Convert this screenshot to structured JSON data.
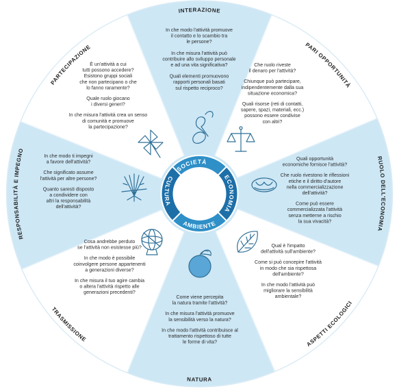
{
  "colors": {
    "light_segment": "#cde7f5",
    "white_segment": "#ffffff",
    "ring_blue": "#2f8fc7",
    "ring_dark": "#1d6fa8",
    "divider": "#ffffff",
    "text": "#2c2c2c",
    "icon": "#2f6f96"
  },
  "center": {
    "societa": "SOCIETÀ",
    "economia": "ECONOMIA",
    "ambiente": "AMBIENTE",
    "cultura": "CULTURA"
  },
  "segments": [
    {
      "title": "INTERAZIONE",
      "icon": "ampersand-icon",
      "questions": [
        [
          "In che modo l'attività promuove",
          "il contatto e lo scambio tra",
          "le persone?"
        ],
        [
          "In che misura l'attività può",
          "contribuire allo sviluppo personale",
          "e ad una vita significativa?"
        ],
        [
          "Quali elementi promuovono",
          "rapporti personali basati",
          "sul rispetto reciproco?"
        ]
      ]
    },
    {
      "title": "PARI OPPORTUNITÀ",
      "icon": "scales-icon",
      "questions": [
        [
          "Che ruolo riveste",
          "il denaro per l'attività?"
        ],
        [
          "Chiunque può partecipare,",
          "indipendentemente dalla sua",
          "situazione economica?"
        ],
        [
          "Quali risorse (reti di contatti,",
          "sapere, spazi, materiali, ecc.)",
          "possono essere condivise",
          "con altri?"
        ]
      ]
    },
    {
      "title": "RUOLO DELL'ECONOMIA",
      "icon": "bread-icon",
      "questions": [
        [
          "Quali opportunità",
          "economiche fornisce l'attività?"
        ],
        [
          "Che ruolo rivestono le riflessioni",
          "etiche e il diritto d'autore",
          "nella commercializzazione",
          "dell'attività?"
        ],
        [
          "Come può essere",
          "commercializzata l'attività",
          "senza metterne a rischio",
          "la sua vivacità?"
        ]
      ]
    },
    {
      "title": "ASPETTI ECOLOGICI",
      "icon": "leaf-icon",
      "questions": [
        [
          "Qual è l'impatto",
          "dell'attività sull'ambiente?"
        ],
        [
          "Come si può concepire l'attività",
          "in modo che sia rispettosa",
          "dell'ambiente?"
        ],
        [
          "In che modo l'attività può",
          "migliorare la sensibilità",
          "ambientale?"
        ]
      ]
    },
    {
      "title": "NATURA",
      "icon": "fruit-icon",
      "questions": [
        [
          "Come viene percepita",
          "la natura tramite l'attività?"
        ],
        [
          "In che misura l'attività promuove",
          "la sensibilità verso la natura?"
        ],
        [
          "In che modo l'attività contribuisce al",
          "trattamento rispettoso di tutte",
          "le forme di vita?"
        ]
      ]
    },
    {
      "title": "TRASMISSIONE",
      "icon": "armillary-sphere-icon",
      "questions": [
        [
          "Cosa andrebbe perduto",
          "se l'attività non esistesse più?"
        ],
        [
          "In che modo è possibile",
          "coinvolgere persone appartenenti",
          "a generazioni diverse?"
        ],
        [
          "In che misura il tuo agire cambia",
          "o altera l'attività rispetto alle",
          "generazioni precedenti?"
        ]
      ]
    },
    {
      "title": "RESPONSABILITÀ E IMPEGNO",
      "icon": "wheat-sheaf-icon",
      "questions": [
        [
          "In che modo ti impegni",
          "a favore dell'attività?"
        ],
        [
          "Che significato assume",
          "l'attività per altre persone?"
        ],
        [
          "Quanto saresti disposto",
          "a condividere con",
          "altri la responsabilità",
          "dell'attività?"
        ]
      ]
    },
    {
      "title": "PARTECIPAZIONE",
      "icon": "pinwheel-icon",
      "questions": [
        [
          "È un'attività a cui",
          "tutti possono accedere?",
          "Esistono gruppi sociali",
          "che non partecipano o che",
          "lo fanno raramente?"
        ],
        [
          "Quale ruolo giocano",
          "i diversi generi?"
        ],
        [
          "In che misura l'attività crea un senso",
          "di comunità e promuove",
          "la partecipazione?"
        ]
      ]
    }
  ]
}
